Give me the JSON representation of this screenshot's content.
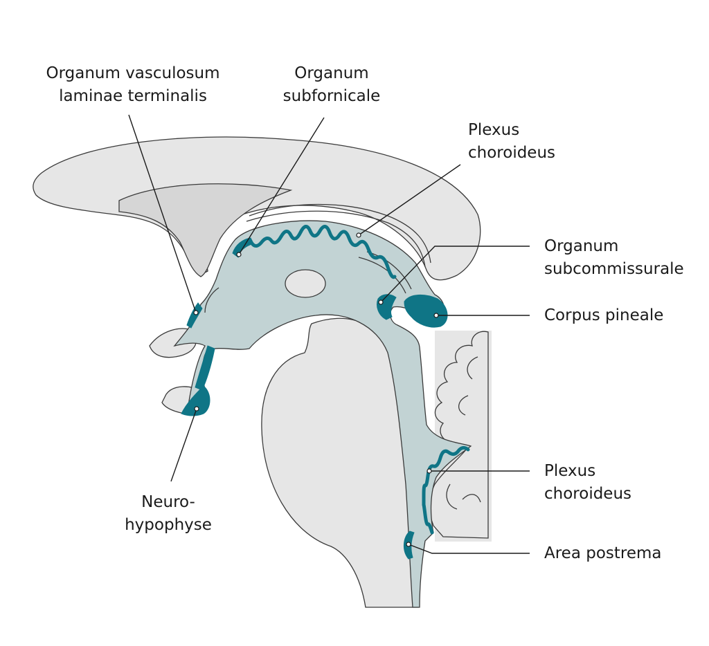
{
  "colors": {
    "tissue": "#e6e6e6",
    "tissue_dark": "#d6d6d6",
    "ventricle": "#c2d3d4",
    "organ": "#0f7586",
    "outline": "#3a3a3a"
  },
  "labels": {
    "ovlt": [
      "Organum vasculosum",
      "laminae terminalis"
    ],
    "subfornicale": [
      "Organum",
      "subfornicale"
    ],
    "plexus_upper": [
      "Plexus",
      "choroideus"
    ],
    "subcommissurale": [
      "Organum",
      "subcommissurale"
    ],
    "pineale": [
      "Corpus pineale"
    ],
    "neurohypophyse": [
      "Neuro-",
      "hypophyse"
    ],
    "plexus_lower": [
      "Plexus",
      "choroideus"
    ],
    "area_postrema": [
      "Area postrema"
    ]
  }
}
